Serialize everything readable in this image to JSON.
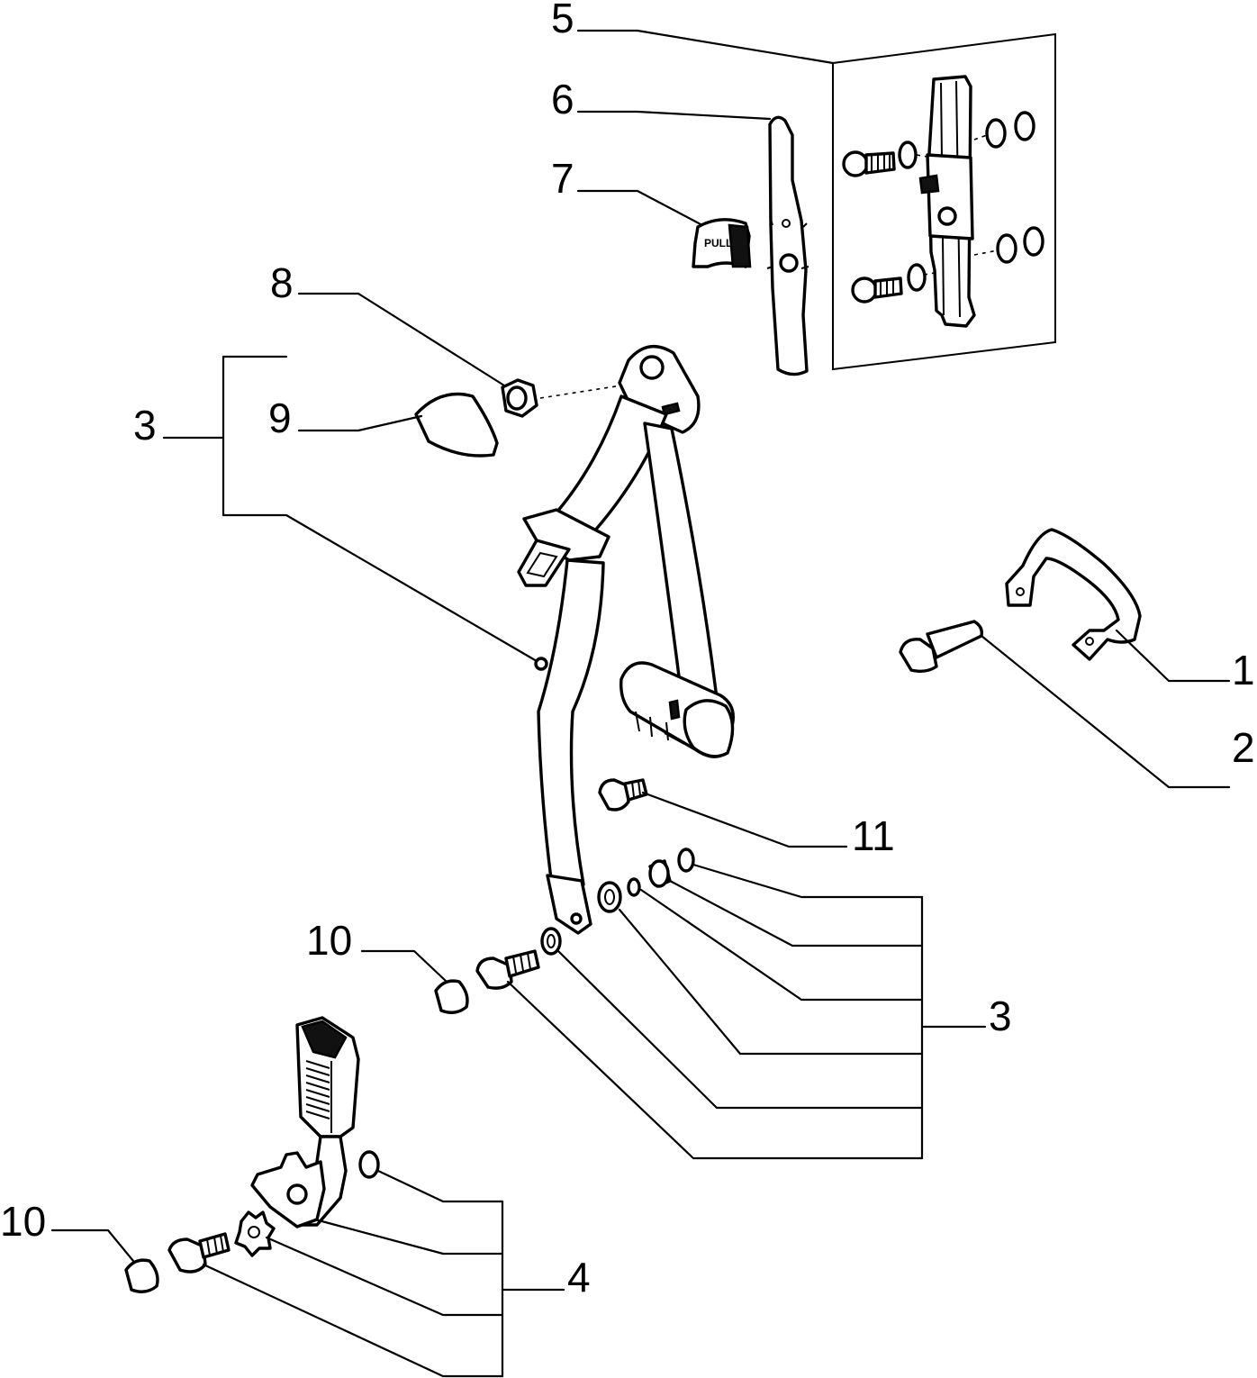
{
  "labels": {
    "l1": "1",
    "l2": "2",
    "l3a": "3",
    "l3b": "3",
    "l4": "4",
    "l5": "5",
    "l6": "6",
    "l7": "7",
    "l8": "8",
    "l9": "9",
    "l10a": "10",
    "l10b": "10",
    "l11": "11"
  },
  "knob_text": "PULL"
}
